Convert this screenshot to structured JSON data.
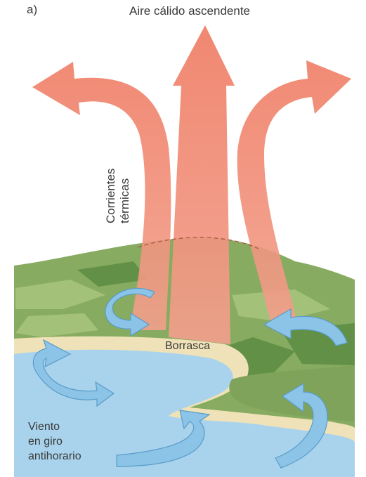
{
  "panel_label": "a)",
  "title": "Aire cálido ascendente",
  "side_label": [
    "Corrientes",
    "térmicas"
  ],
  "center_label": "Borrasca",
  "wind_label": [
    "Viento",
    "en giro",
    "antihorario"
  ],
  "colors": {
    "warm_air": "#f08a72",
    "cold_air": "#8cc4e8",
    "water": "#a9d3ec",
    "sand": "#efe2b8",
    "land": "#7fa35a",
    "dark_land": "#5d8a47"
  }
}
